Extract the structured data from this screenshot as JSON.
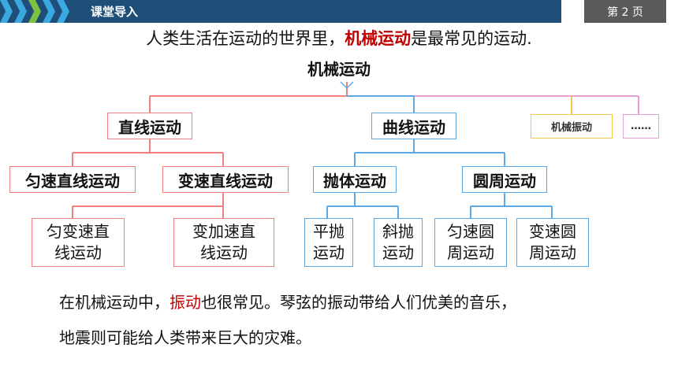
{
  "header": {
    "title": "课堂导入",
    "page": "第 2 页"
  },
  "intro": {
    "before": "人类生活在运动的世界里，",
    "highlight": "机械运动",
    "after": "是最常见的运动."
  },
  "tree": {
    "root": "机械运动",
    "level1": {
      "linear": "直线运动",
      "curve": "曲线运动",
      "vibration": "机械振动",
      "more": "……"
    },
    "linear_children": {
      "uniform": "匀速直线运动",
      "variable": "变速直线运动"
    },
    "variable_children": {
      "uniform_accel_1": "匀变速直",
      "uniform_accel_2": "线运动",
      "var_accel_1": "变加速直",
      "var_accel_2": "线运动"
    },
    "curve_children": {
      "projectile": "抛体运动",
      "circular": "圆周运动"
    },
    "projectile_children": {
      "horizontal_1": "平抛",
      "horizontal_2": "运动",
      "oblique_1": "斜抛",
      "oblique_2": "运动"
    },
    "circular_children": {
      "uniform_1": "匀速圆",
      "uniform_2": "周运动",
      "variable_1": "变速圆",
      "variable_2": "周运动"
    }
  },
  "paragraph": {
    "before": "在机械运动中，",
    "highlight": "振动",
    "after": "也很常见。琴弦的振动带给人们优美的音乐，",
    "line2": "地震则可能给人类带来巨大的灾难。"
  },
  "colors": {
    "header": "#1f4e79",
    "highlight": "#c00000",
    "red_branch": "#f08080",
    "blue_branch": "#5aa9e6",
    "yellow_branch": "#f2c94c",
    "pink_branch": "#e89fd6"
  }
}
